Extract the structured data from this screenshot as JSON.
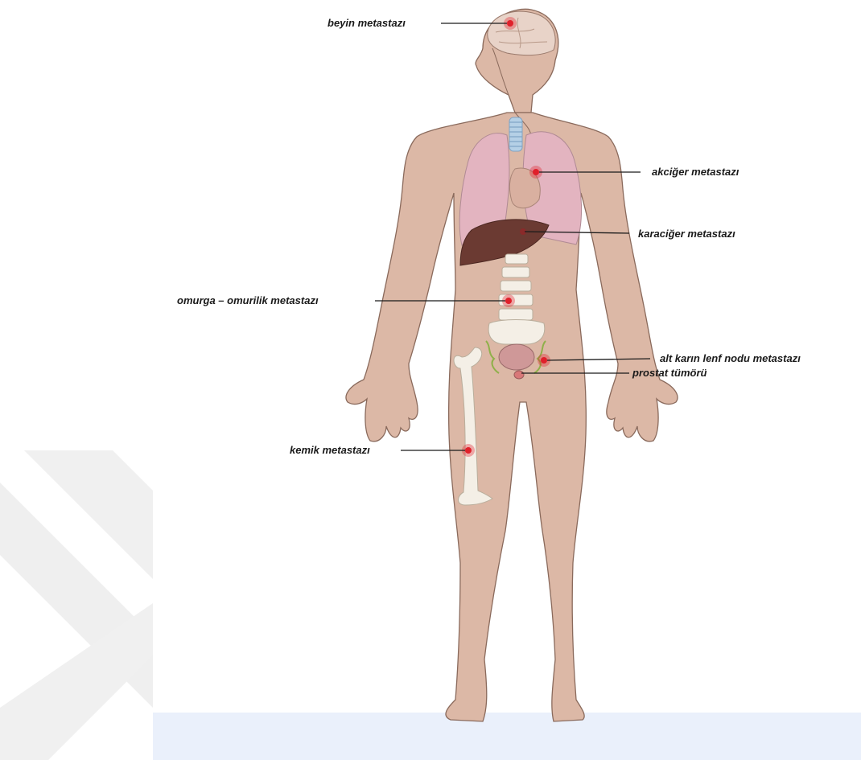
{
  "diagram": {
    "labels": {
      "brain": "beyin metastazı",
      "lung": "akciğer metastazı",
      "liver": "karaciğer metastazı",
      "spine": "omurga – omurilik metastazı",
      "lymph": "alt karın lenf nodu metastazı",
      "prostate": "prostat tümörü",
      "bone": "kemik metastazı"
    },
    "colors": {
      "skin": "#dcb8a6",
      "skin_outline": "#8a6a5c",
      "lung": "#e3b4c0",
      "liver": "#6b3a32",
      "bone": "#f4efe6",
      "metastasis": "#e0202a",
      "lymph": "#8fb04a",
      "trachea": "#a9c6e0",
      "watermark": "#ececec",
      "bottom_bar": "#eaf0fb"
    }
  }
}
